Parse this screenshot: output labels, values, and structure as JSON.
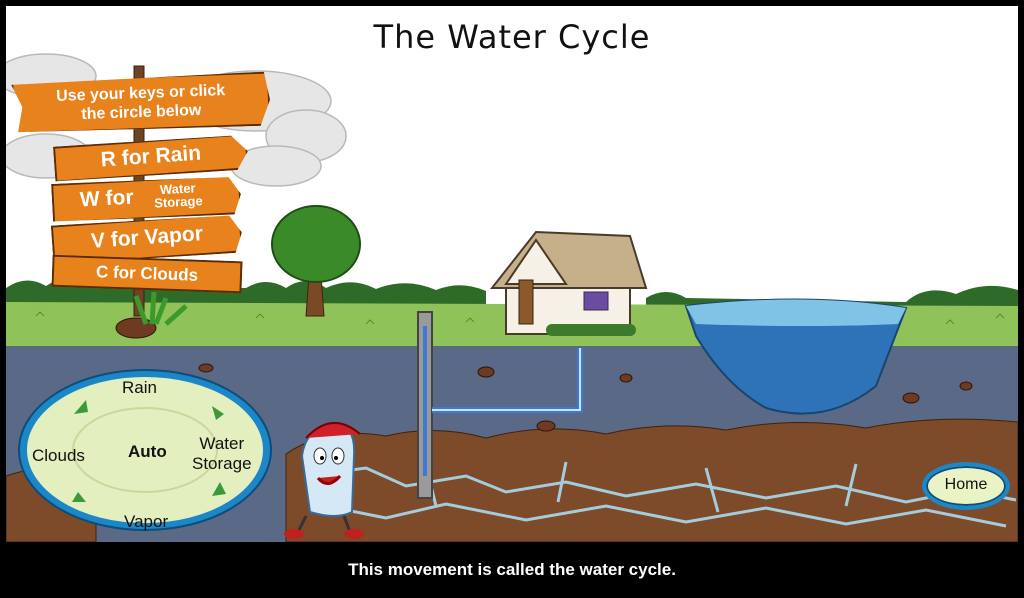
{
  "title": "The Water Cycle",
  "signs": {
    "instruction_line1": "Use your keys or click",
    "instruction_line2": "the circle below",
    "rain": "R for Rain",
    "water_prefix": "W for",
    "water_line1": "Water",
    "water_line2": "Storage",
    "vapor": "V for Vapor",
    "clouds": "C for Clouds"
  },
  "navigator": {
    "rain": "Rain",
    "clouds": "Clouds",
    "auto": "Auto",
    "water_line1": "Water",
    "water_line2": "Storage",
    "vapor": "Vapor"
  },
  "home_button": "Home",
  "caption": "This movement is called the water cycle.",
  "colors": {
    "sign": "#e8821c",
    "sky": "#ffffff",
    "grass": "#8fc35a",
    "underground": "#5a6a86",
    "water": "#2e73b8",
    "nav_fill": "#e9f3c6",
    "nav_border": "#1b87c7"
  }
}
